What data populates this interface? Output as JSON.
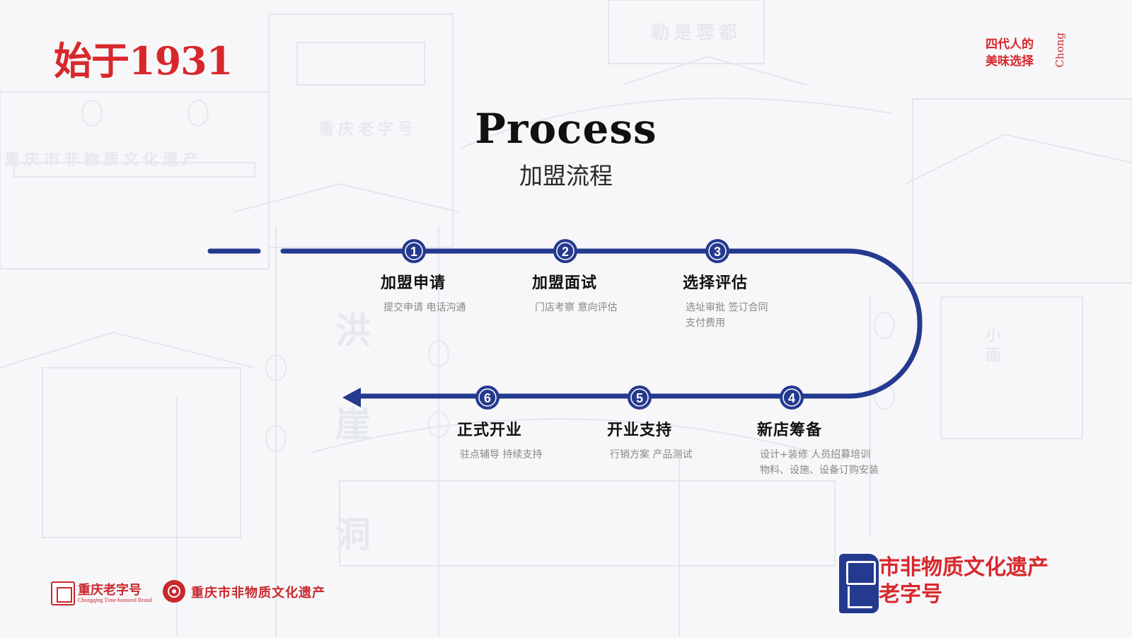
{
  "brand": {
    "title": "始于1931"
  },
  "slogan": {
    "line1": "四代人的",
    "line2": "美味选择",
    "vertical": "Chong"
  },
  "heading": {
    "title": "Process",
    "subtitle": "加盟流程"
  },
  "steps": [
    {
      "number": "1",
      "title": "加盟申请",
      "desc": [
        "提交申请 电话沟通"
      ]
    },
    {
      "number": "2",
      "title": "加盟面试",
      "desc": [
        "门店考察 意向评估"
      ]
    },
    {
      "number": "3",
      "title": "选择评估",
      "desc": [
        "选址审批 签订合同",
        "支付费用"
      ]
    },
    {
      "number": "4",
      "title": "新店筹备",
      "desc": [
        "设计+装修 人员招募培训",
        "物料、设施、设备订购安装"
      ]
    },
    {
      "number": "5",
      "title": "开业支持",
      "desc": [
        "行销方案 产品测试"
      ]
    },
    {
      "number": "6",
      "title": "正式开业",
      "desc": [
        "驻点辅导 持续支持"
      ]
    }
  ],
  "background_text": [
    "勒是蓉都",
    "重庆老字号",
    "重庆市非物质文化遗产",
    "洪",
    "崖",
    "洞",
    "小面"
  ],
  "footer": {
    "logo_a_name": "重庆老字号",
    "logo_a_sub": "Chongqing Time-honored Brand",
    "logo_b_name": "重庆市非物质文化遗产"
  },
  "heritage": {
    "line1": "市非物质文化遗产",
    "line2": "老字号"
  },
  "colors": {
    "accent_red": "#d8282c",
    "path_blue": "#243a8e",
    "background": "#f7f7f9"
  }
}
